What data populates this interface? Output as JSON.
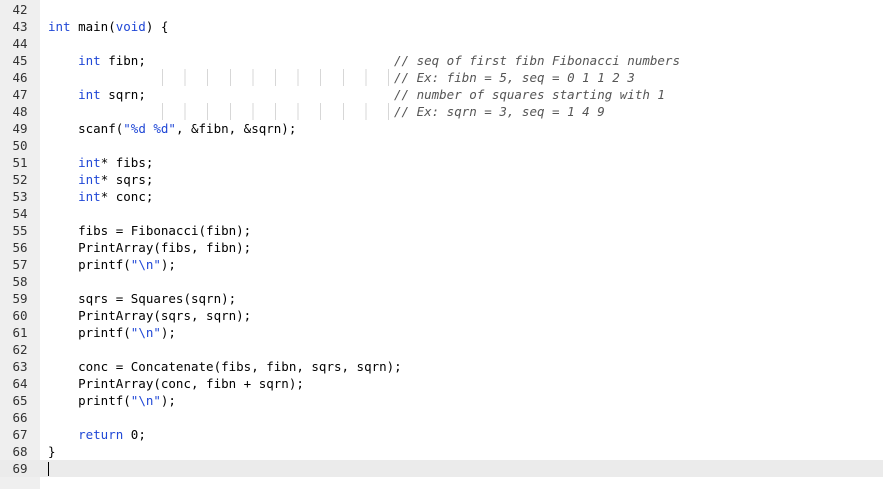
{
  "editor": {
    "lines": [
      {
        "n": "42",
        "segs": []
      },
      {
        "n": "43",
        "segs": [
          [
            "kw",
            "int"
          ],
          [
            "t",
            " main("
          ],
          [
            "kw",
            "void"
          ],
          [
            "t",
            ") {"
          ]
        ]
      },
      {
        "n": "44",
        "segs": []
      },
      {
        "n": "45",
        "segs": [
          [
            "t",
            "    "
          ],
          [
            "kw",
            "int"
          ],
          [
            "t",
            " fibn;"
          ]
        ],
        "comment": "// seq of first fibn Fibonacci numbers",
        "guides": false
      },
      {
        "n": "46",
        "segs": [],
        "comment": "// Ex: fibn = 5, seq = 0 1 1 2 3",
        "guides": true
      },
      {
        "n": "47",
        "segs": [
          [
            "t",
            "    "
          ],
          [
            "kw",
            "int"
          ],
          [
            "t",
            " sqrn;"
          ]
        ],
        "comment": "// number of squares starting with 1",
        "guides": false
      },
      {
        "n": "48",
        "segs": [],
        "comment": "// Ex: sqrn = 3, seq = 1 4 9",
        "guides": true
      },
      {
        "n": "49",
        "segs": [
          [
            "t",
            "    scanf("
          ],
          [
            "str",
            "\"%d %d\""
          ],
          [
            "t",
            ", &fibn, &sqrn);"
          ]
        ]
      },
      {
        "n": "50",
        "segs": []
      },
      {
        "n": "51",
        "segs": [
          [
            "t",
            "    "
          ],
          [
            "kw",
            "int"
          ],
          [
            "t",
            "* fibs;"
          ]
        ]
      },
      {
        "n": "52",
        "segs": [
          [
            "t",
            "    "
          ],
          [
            "kw",
            "int"
          ],
          [
            "t",
            "* sqrs;"
          ]
        ]
      },
      {
        "n": "53",
        "segs": [
          [
            "t",
            "    "
          ],
          [
            "kw",
            "int"
          ],
          [
            "t",
            "* conc;"
          ]
        ]
      },
      {
        "n": "54",
        "segs": []
      },
      {
        "n": "55",
        "segs": [
          [
            "t",
            "    fibs = Fibonacci(fibn);"
          ]
        ]
      },
      {
        "n": "56",
        "segs": [
          [
            "t",
            "    PrintArray(fibs, fibn);"
          ]
        ]
      },
      {
        "n": "57",
        "segs": [
          [
            "t",
            "    printf("
          ],
          [
            "str",
            "\"\\n\""
          ],
          [
            "t",
            ");"
          ]
        ]
      },
      {
        "n": "58",
        "segs": []
      },
      {
        "n": "59",
        "segs": [
          [
            "t",
            "    sqrs = Squares(sqrn);"
          ]
        ]
      },
      {
        "n": "60",
        "segs": [
          [
            "t",
            "    PrintArray(sqrs, sqrn);"
          ]
        ]
      },
      {
        "n": "61",
        "segs": [
          [
            "t",
            "    printf("
          ],
          [
            "str",
            "\"\\n\""
          ],
          [
            "t",
            ");"
          ]
        ]
      },
      {
        "n": "62",
        "segs": []
      },
      {
        "n": "63",
        "segs": [
          [
            "t",
            "    conc = Concatenate(fibs, fibn, sqrs, sqrn);"
          ]
        ]
      },
      {
        "n": "64",
        "segs": [
          [
            "t",
            "    PrintArray(conc, fibn + sqrn);"
          ]
        ]
      },
      {
        "n": "65",
        "segs": [
          [
            "t",
            "    printf("
          ],
          [
            "str",
            "\"\\n\""
          ],
          [
            "t",
            ");"
          ]
        ]
      },
      {
        "n": "66",
        "segs": []
      },
      {
        "n": "67",
        "segs": [
          [
            "t",
            "    "
          ],
          [
            "kw",
            "return"
          ],
          [
            "t",
            " 0;"
          ]
        ]
      },
      {
        "n": "68",
        "segs": [
          [
            "t",
            "}"
          ]
        ]
      },
      {
        "n": "69",
        "segs": [],
        "current": true
      }
    ]
  }
}
